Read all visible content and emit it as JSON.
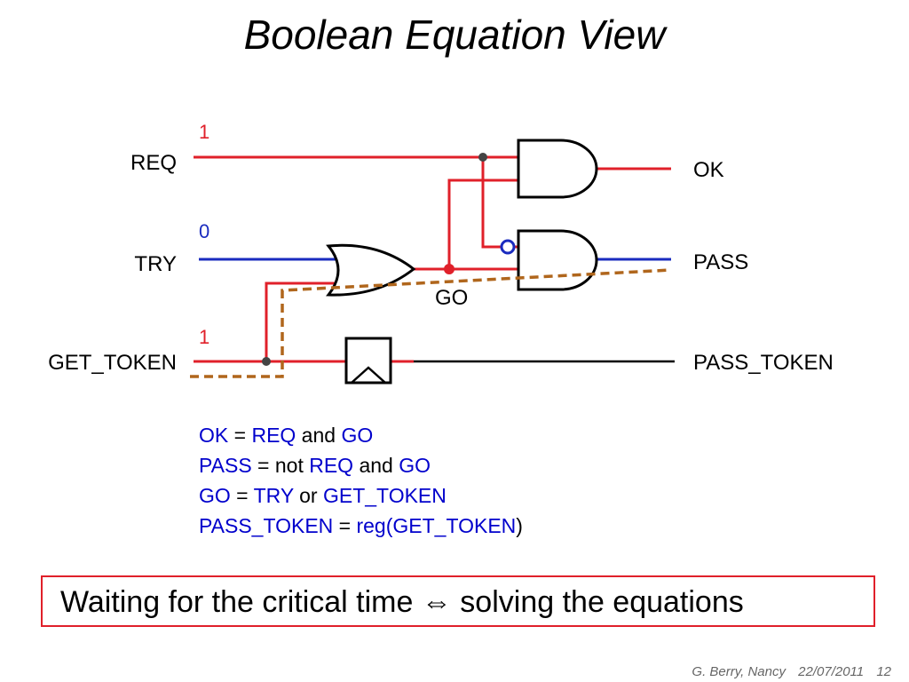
{
  "title": "Boolean Equation View",
  "colors": {
    "active_wire": "#e0202a",
    "inactive_wire": "#1a2bbf",
    "critical_path": "#b0661c",
    "equation_variable": "#0000cc"
  },
  "circuit": {
    "inputs": [
      {
        "name": "REQ",
        "value": "1"
      },
      {
        "name": "TRY",
        "value": "0"
      },
      {
        "name": "GET_TOKEN",
        "value": "1"
      }
    ],
    "outputs": [
      "OK",
      "PASS",
      "PASS_TOKEN"
    ],
    "internal_signal": "GO"
  },
  "equations": [
    {
      "tokens": [
        {
          "t": "OK",
          "var": true
        },
        {
          "t": " = ",
          "var": false
        },
        {
          "t": "REQ",
          "var": true
        },
        {
          "t": " and ",
          "var": false
        },
        {
          "t": "GO",
          "var": true
        }
      ]
    },
    {
      "tokens": [
        {
          "t": "PASS",
          "var": true
        },
        {
          "t": " = not ",
          "var": false
        },
        {
          "t": "REQ",
          "var": true
        },
        {
          "t": " and ",
          "var": false
        },
        {
          "t": "GO",
          "var": true
        }
      ]
    },
    {
      "tokens": [
        {
          "t": "GO",
          "var": true
        },
        {
          "t": " = ",
          "var": false
        },
        {
          "t": "TRY",
          "var": true
        },
        {
          "t": " or ",
          "var": false
        },
        {
          "t": "GET_TOKEN",
          "var": true
        }
      ]
    },
    {
      "tokens": [
        {
          "t": "PASS_TOKEN",
          "var": true
        },
        {
          "t": " = ",
          "var": false
        },
        {
          "t": "reg(",
          "var": true
        },
        {
          "t": "GET_TOKEN",
          "var": true
        },
        {
          "t": ")",
          "var": false
        }
      ]
    }
  ],
  "callout": "Waiting for the critical time ⇔ solving the equations",
  "footer": {
    "author": "G. Berry, Nancy",
    "date": "22/07/2011",
    "page": "12"
  }
}
